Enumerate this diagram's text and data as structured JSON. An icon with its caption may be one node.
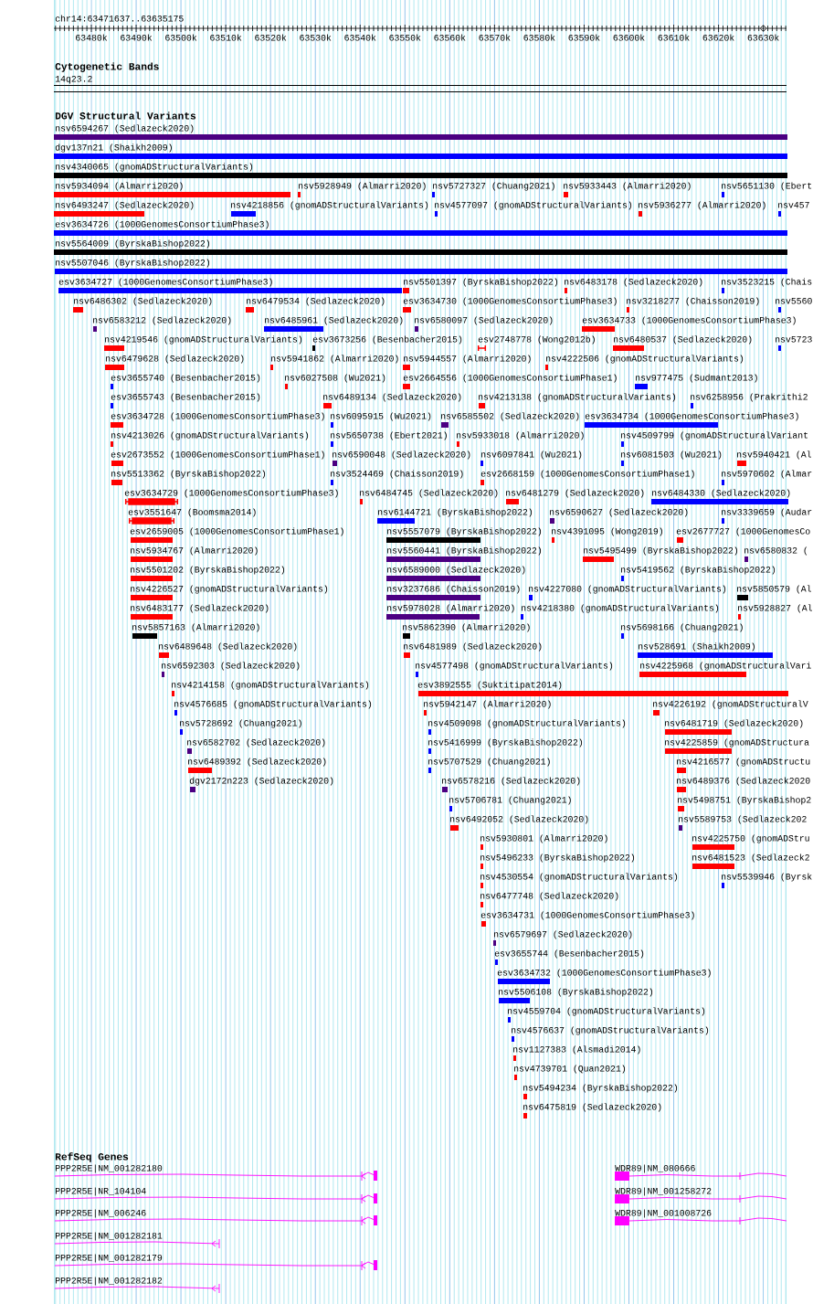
{
  "diagram": {
    "labels": [
      "chr14:63471637..63635175",
      "63480k",
      "63490k",
      "63500k",
      "63510k",
      "63520k",
      "63530k",
      "63540k",
      "63550k",
      "63560k",
      "63570k",
      "63580k",
      "63590k",
      "63600k",
      "63610k",
      "63620k",
      "63630k",
      "Cytogenetic Bands",
      "14q23.2",
      "DGV Structural Variants",
      "nsv6594267 (Sedlazeck2020)",
      "dgv137n21 (Shaikh2009)",
      "nsv4340065 (gnomADStructuralVariants)",
      "nsv5934094 (Almarri2020)",
      "nsv5928949 (Almarri2020)",
      "nsv5727327 (Chuang2021)",
      "nsv5933443 (Almarri2020)",
      "nsv5651130 (Ebert",
      "nsv6493247 (Sedlazeck2020)",
      "nsv4218856 (gnomADStructuralVariants)",
      "nsv4577097 (gnomADStructuralVariants)",
      "nsv5936277 (Almarri2020)",
      "nsv457",
      "esv3634726 (1000GenomesConsortiumPhase3)",
      "nsv5564009 (ByrskaBishop2022)",
      "nsv5507046 (ByrskaBishop2022)",
      "esv3634727 (1000GenomesConsortiumPhase3)",
      "nsv5501397 (ByrskaBishop2022)",
      "nsv6483178 (Sedlazeck2020)",
      "nsv3523215 (Chais",
      "nsv6486302 (Sedlazeck2020)",
      "nsv6479534 (Sedlazeck2020)",
      "esv3634730 (1000GenomesConsortiumPhase3)",
      "nsv3218277 (Chaisson2019)",
      "nsv5560",
      "nsv6583212 (Sedlazeck2020)",
      "nsv6485961 (Sedlazeck2020)",
      "nsv6580097 (Sedlazeck2020)",
      "esv3634733 (1000GenomesConsortiumPhase3)",
      "nsv4219546 (gnomADStructuralVariants)",
      "esv3673256 (Besenbacher2015)",
      "esv2748778 (Wong2012b)",
      "nsv6480537 (Sedlazeck2020)",
      "nsv5723",
      "nsv6479628 (Sedlazeck2020)",
      "nsv5941862 (Almarri2020)",
      "nsv5944557 (Almarri2020)",
      "nsv4222506 (gnomADStructuralVariants)",
      "esv3655740 (Besenbacher2015)",
      "nsv6027508 (Wu2021)",
      "esv2664556 (1000GenomesConsortiumPhase1)",
      "nsv977475 (Sudmant2013)",
      "esv3655743 (Besenbacher2015)",
      "nsv6489134 (Sedlazeck2020)",
      "nsv4213138 (gnomADStructuralVariants)",
      "nsv6258956 (Prakrithi2",
      "esv3634728 (1000GenomesConsortiumPhase3)",
      "nsv6095915 (Wu2021)",
      "nsv6585502 (Sedlazeck2020)",
      "esv3634734 (1000GenomesConsortiumPhase3)",
      "nsv4213026 (gnomADStructuralVariants)",
      "nsv5650738 (Ebert2021)",
      "nsv5933018 (Almarri2020)",
      "nsv4509799 (gnomADStructuralVariant",
      "esv2673552 (1000GenomesConsortiumPhase1)",
      "nsv6590048 (Sedlazeck2020)",
      "nsv6097841 (Wu2021)",
      "nsv6081503 (Wu2021)",
      "nsv5940421 (Al",
      "nsv5513362 (ByrskaBishop2022)",
      "nsv3524469 (Chaisson2019)",
      "esv2668159 (1000GenomesConsortiumPhase1)",
      "nsv5970602 (Almar",
      "esv3634729 (1000GenomesConsortiumPhase3)",
      "nsv6484745 (Sedlazeck2020)",
      "nsv6481279 (Sedlazeck2020)",
      "nsv6484330 (Sedlazeck2020)",
      "esv3551647 (Boomsma2014)",
      "nsv6144721 (ByrskaBishop2022)",
      "nsv6590627 (Sedlazeck2020)",
      "nsv3339659 (Audar",
      "esv2659005 (1000GenomesConsortiumPhase1)",
      "nsv5557079 (ByrskaBishop2022)",
      "nsv4391095 (Wong2019)",
      "esv2677727 (1000GenomesCo",
      "nsv5934767 (Almarri2020)",
      "nsv5560441 (ByrskaBishop2022)",
      "nsv5495499 (ByrskaBishop2022)",
      "nsv6580832 (",
      "nsv5501202 (ByrskaBishop2022)",
      "nsv6589000 (Sedlazeck2020)",
      "nsv5419562 (ByrskaBishop2022)",
      "nsv4226527 (gnomADStructuralVariants)",
      "nsv3237686 (Chaisson2019)",
      "nsv4227080 (gnomADStructuralVariants)",
      "nsv5850579 (Al",
      "nsv6483177 (Sedlazeck2020)",
      "nsv5978028 (Almarri2020)",
      "nsv4218380 (gnomADStructuralVariants)",
      "nsv5928827 (Al",
      "nsv5857163 (Almarri2020)",
      "nsv5862390 (Almarri2020)",
      "nsv5698166 (Chuang2021)",
      "nsv6489648 (Sedlazeck2020)",
      "nsv6481989 (Sedlazeck2020)",
      "nsv528691 (Shaikh2009)",
      "nsv6592303 (Sedlazeck2020)",
      "nsv4577498 (gnomADStructuralVariants)",
      "nsv4225968 (gnomADStructuralVari",
      "nsv4214158 (gnomADStructuralVariants)",
      "esv3892555 (Suktitipat2014)",
      "nsv4576685 (gnomADStructuralVariants)",
      "nsv5942147 (Almarri2020)",
      "nsv4226192 (gnomADStructuralV",
      "nsv5728692 (Chuang2021)",
      "nsv4509098 (gnomADStructuralVariants)",
      "nsv6481719 (Sedlazeck2020)",
      "nsv6582702 (Sedlazeck2020)",
      "nsv5416999 (ByrskaBishop2022)",
      "nsv4225859 (gnomADStructura",
      "nsv6489392 (Sedlazeck2020)",
      "nsv5707529 (Chuang2021)",
      "nsv4216577 (gnomADStructu",
      "dgv2172n223 (Sedlazeck2020)",
      "nsv6578216 (Sedlazeck2020)",
      "nsv6489376 (Sedlazeck2020",
      "nsv5706781 (Chuang2021)",
      "nsv5498751 (ByrskaBishop2",
      "nsv6492052 (Sedlazeck2020)",
      "nsv5589753 (Sedlazeck202",
      "nsv5930801 (Almarri2020)",
      "nsv4225750 (gnomADStru",
      "nsv5496233 (ByrskaBishop2022)",
      "nsv6481523 (Sedlazeck2",
      "nsv4530554 (gnomADStructuralVariants)",
      "nsv5539946 (Byrsk",
      "nsv6477748 (Sedlazeck2020)",
      "esv3634731 (1000GenomesConsortiumPhase3)",
      "nsv6579697 (Sedlazeck2020)",
      "esv3655744 (Besenbacher2015)",
      "esv3634732 (1000GenomesConsortiumPhase3)",
      "nsv5506108 (ByrskaBishop2022)",
      "nsv4559704 (gnomADStructuralVariants)",
      "nsv4576637 (gnomADStructuralVariants)",
      "nsv1127383 (Alsmadi2014)",
      "nsv4739701 (Quan2021)",
      "nsv5494234 (ByrskaBishop2022)",
      "nsv6475819 (Sedlazeck2020)",
      "RefSeq Genes",
      "PPP2R5E|NM_001282180",
      "WDR89|NM_080666",
      "PPP2R5E|NR_104104",
      "WDR89|NM_001258272",
      "PPP2R5E|NM_006246",
      "WDR89|NM_001008726",
      "PPP2R5E|NM_001282181",
      "PPP2R5E|NM_001282179",
      "PPP2R5E|NM_001282182"
    ]
  }
}
